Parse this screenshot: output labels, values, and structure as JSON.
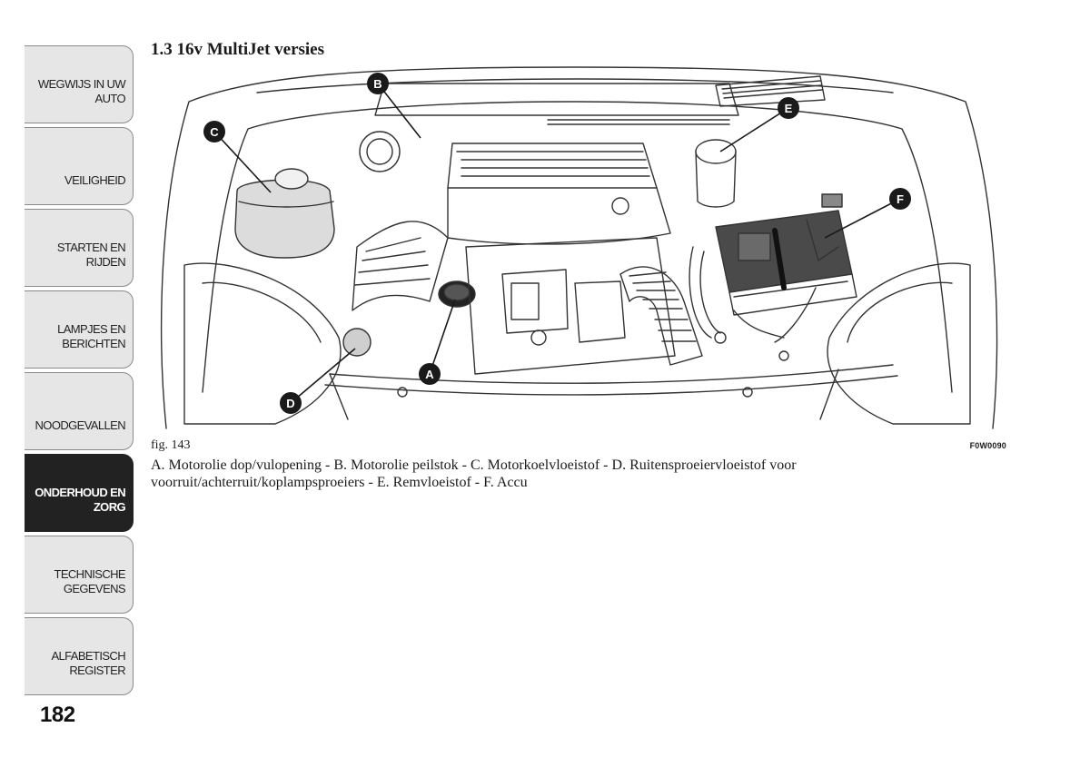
{
  "sidebar": {
    "tabs": [
      {
        "label": "WEGWIJS IN UW\nAUTO",
        "active": false
      },
      {
        "label": "VEILIGHEID",
        "active": false
      },
      {
        "label": "STARTEN EN RIJDEN",
        "active": false
      },
      {
        "label": "LAMPJES EN\nBERICHTEN",
        "active": false
      },
      {
        "label": "NOODGEVALLEN",
        "active": false
      },
      {
        "label": "ONDERHOUD EN\nZORG",
        "active": true
      },
      {
        "label": "TECHNISCHE\nGEGEVENS",
        "active": false
      },
      {
        "label": "ALFABETISCH\nREGISTER",
        "active": false
      }
    ]
  },
  "page_number": "182",
  "section_title": "1.3 16v MultiJet versies",
  "figure": {
    "label": "fig. 143",
    "code": "F0W0090",
    "callouts": [
      "A",
      "B",
      "C",
      "D",
      "E",
      "F"
    ]
  },
  "caption": "A. Motorolie dop/vulopening - B. Motorolie peilstok - C. Motorkoelvloeistof - D. Ruitensproeiervloeistof voor voorruit/achterruit/koplampsproeiers - E. Remvloeistof - F. Accu",
  "colors": {
    "active_tab": "#222222",
    "tab_bg": "#e6e6e6",
    "callout": "#1a1a1a"
  }
}
